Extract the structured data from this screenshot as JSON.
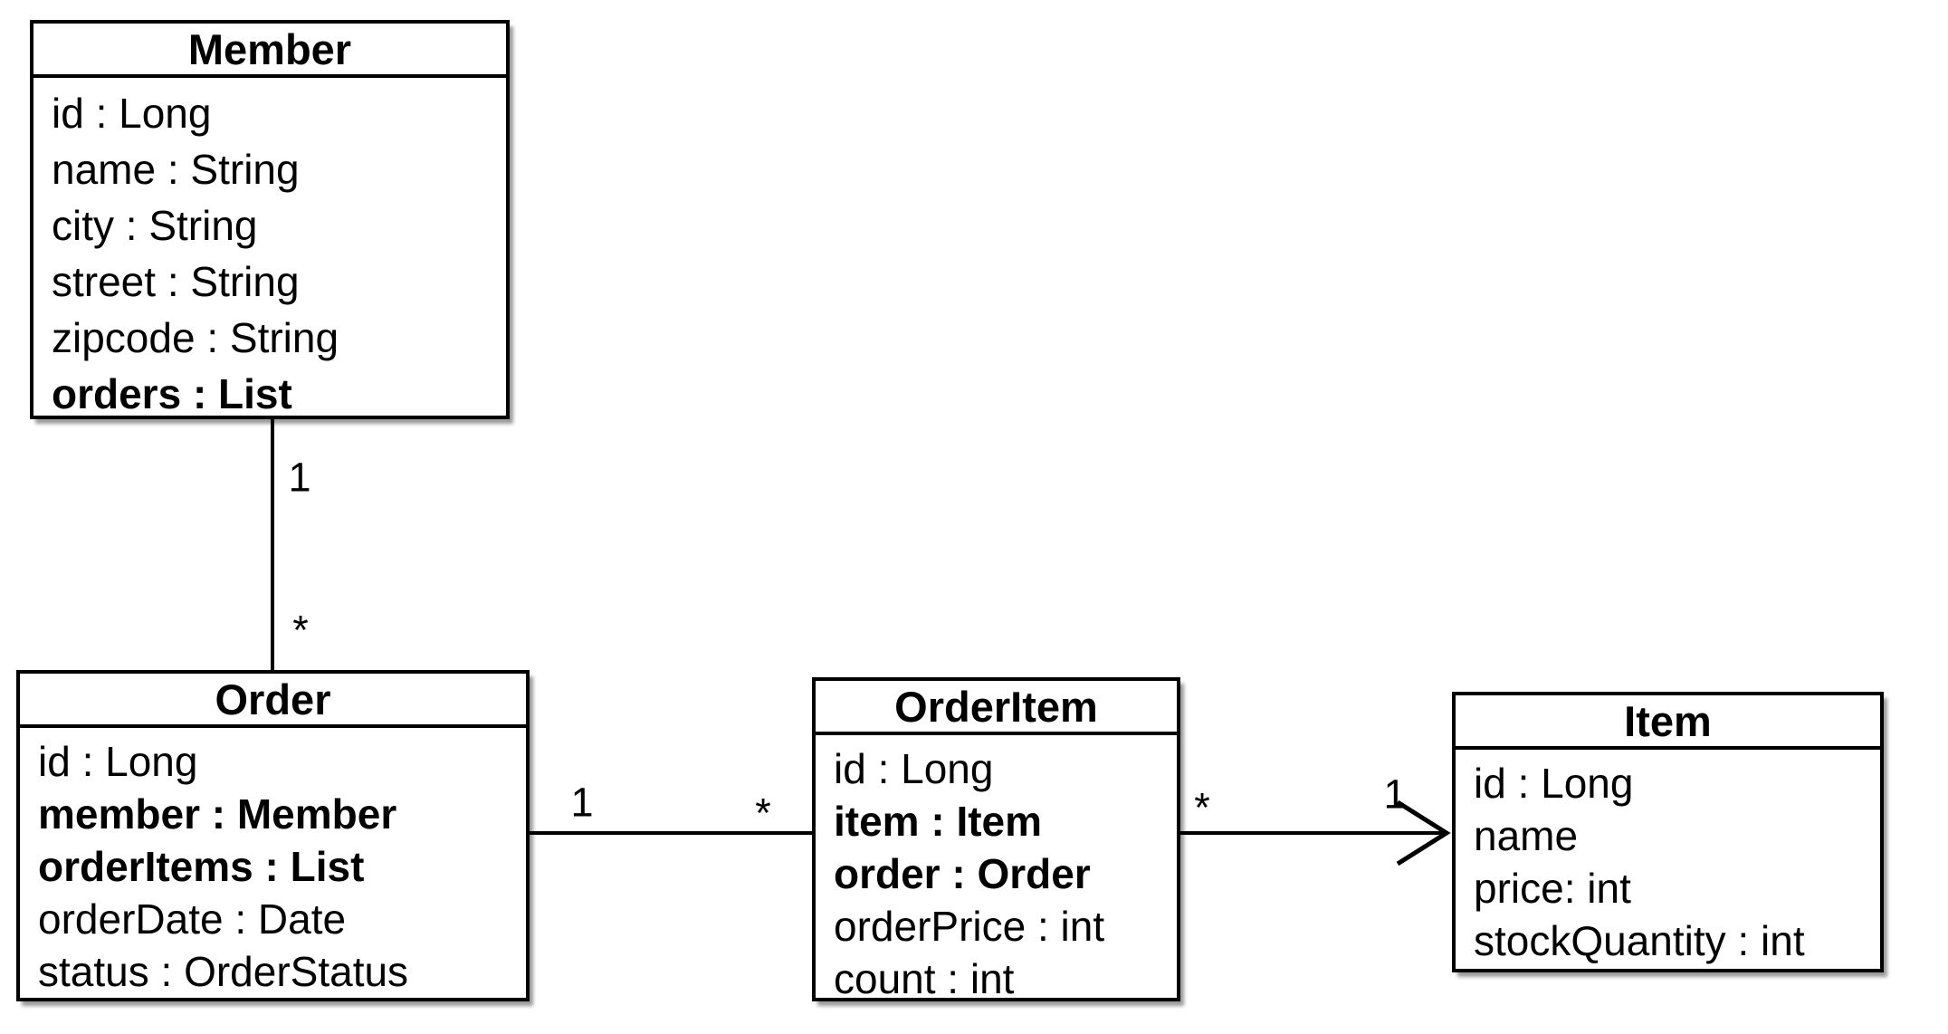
{
  "diagram_type": "uml-class-diagram",
  "colors": {
    "background": "#ffffff",
    "border": "#000000",
    "text": "#000000"
  },
  "classes": [
    {
      "name": "Member",
      "attributes": [
        {
          "text": "id : Long",
          "bold": false
        },
        {
          "text": "name : String",
          "bold": false
        },
        {
          "text": "city : String",
          "bold": false
        },
        {
          "text": "street : String",
          "bold": false
        },
        {
          "text": "zipcode : String",
          "bold": false
        },
        {
          "text": "orders : List",
          "bold": true
        }
      ]
    },
    {
      "name": "Order",
      "attributes": [
        {
          "text": "id : Long",
          "bold": false
        },
        {
          "text": "member : Member",
          "bold": true
        },
        {
          "text": "orderItems : List",
          "bold": true
        },
        {
          "text": "orderDate : Date",
          "bold": false
        },
        {
          "text": "status : OrderStatus",
          "bold": false
        }
      ]
    },
    {
      "name": "OrderItem",
      "attributes": [
        {
          "text": "id : Long",
          "bold": false
        },
        {
          "text": "item : Item",
          "bold": true
        },
        {
          "text": "order : Order",
          "bold": true
        },
        {
          "text": "orderPrice : int",
          "bold": false
        },
        {
          "text": "count : int",
          "bold": false
        }
      ]
    },
    {
      "name": "Item",
      "attributes": [
        {
          "text": "id : Long",
          "bold": false
        },
        {
          "text": "name",
          "bold": false
        },
        {
          "text": "price: int",
          "bold": false
        },
        {
          "text": "stockQuantity : int",
          "bold": false
        }
      ]
    }
  ],
  "associations": [
    {
      "from": "Member",
      "to": "Order",
      "from_label": "1",
      "to_label": "*",
      "arrow": false
    },
    {
      "from": "Order",
      "to": "OrderItem",
      "from_label": "1",
      "to_label": "*",
      "arrow": false
    },
    {
      "from": "OrderItem",
      "to": "Item",
      "from_label": "*",
      "to_label": "1",
      "arrow": true
    }
  ]
}
